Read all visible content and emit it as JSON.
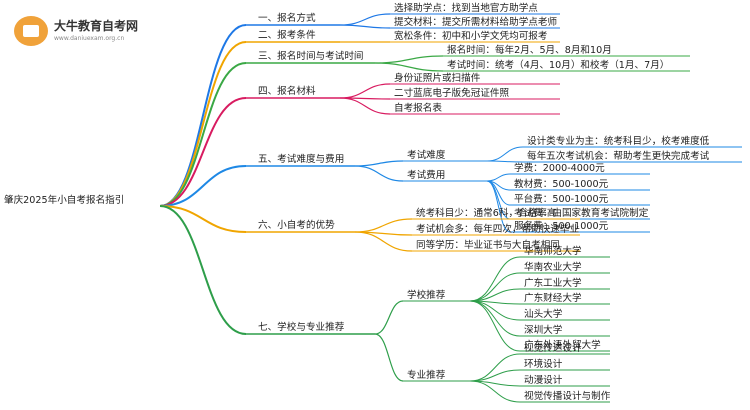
{
  "logo": {
    "brand": "大牛教育自考网",
    "domain": "www.daniuexam.org.cn"
  },
  "root": "肇庆2025年小自考报名指引",
  "branches": [
    {
      "label": "一、报名方式",
      "color": "#1e78e6",
      "children": [
        {
          "label": "选择助学点：找到当地官方助学点"
        },
        {
          "label": "提交材料：提交所需材料给助学点老师"
        }
      ]
    },
    {
      "label": "二、报考条件",
      "color": "#f0a500",
      "children": [
        {
          "label": "宽松条件：初中和小学文凭均可报考"
        }
      ]
    },
    {
      "label": "三、报名时间与考试时间",
      "color": "#3aa845",
      "children": [
        {
          "label": "报名时间：每年2月、5月、8月和10月"
        },
        {
          "label": "考试时间：统考（4月、10月）和校考（1月、7月）"
        }
      ]
    },
    {
      "label": "四、报名材料",
      "color": "#d81b60",
      "children": [
        {
          "label": "身份证照片或扫描件"
        },
        {
          "label": "二寸蓝底电子版免冠证件照"
        },
        {
          "label": "自考报名表"
        }
      ]
    },
    {
      "label": "五、考试难度与费用",
      "color": "#1e88e5",
      "children": [
        {
          "label": "考试难度",
          "children": [
            {
              "label": "设计类专业为主：统考科目少，校考难度低"
            },
            {
              "label": "每年五次考试机会：帮助考生更快完成考试"
            }
          ]
        },
        {
          "label": "考试费用",
          "children": [
            {
              "label": "学费：2000-4000元"
            },
            {
              "label": "教材费：500-1000元"
            },
            {
              "label": "平台费：500-1000元"
            },
            {
              "label": "考试费：由国家教育考试院制定"
            },
            {
              "label": "服务费：500-1000元"
            }
          ]
        }
      ]
    },
    {
      "label": "六、小自考的优势",
      "color": "#f0a500",
      "children": [
        {
          "label": "统考科目少：通常6科，合格率高"
        },
        {
          "label": "考试机会多：每年四次，帮助快速毕业"
        },
        {
          "label": "同等学历：毕业证书与大自考相同"
        }
      ]
    },
    {
      "label": "七、学校与专业推荐",
      "color": "#2e9e4a",
      "children": [
        {
          "label": "学校推荐",
          "children": [
            {
              "label": "华南师范大学"
            },
            {
              "label": "华南农业大学"
            },
            {
              "label": "广东工业大学"
            },
            {
              "label": "广东财经大学"
            },
            {
              "label": "汕头大学"
            },
            {
              "label": "深圳大学"
            },
            {
              "label": "广东外语外贸大学"
            }
          ]
        },
        {
          "label": "专业推荐",
          "children": [
            {
              "label": "视觉传达设计"
            },
            {
              "label": "环境设计"
            },
            {
              "label": "动漫设计"
            },
            {
              "label": "视觉传播设计与制作"
            },
            {
              "label": "环境艺术设计"
            }
          ]
        }
      ]
    }
  ]
}
